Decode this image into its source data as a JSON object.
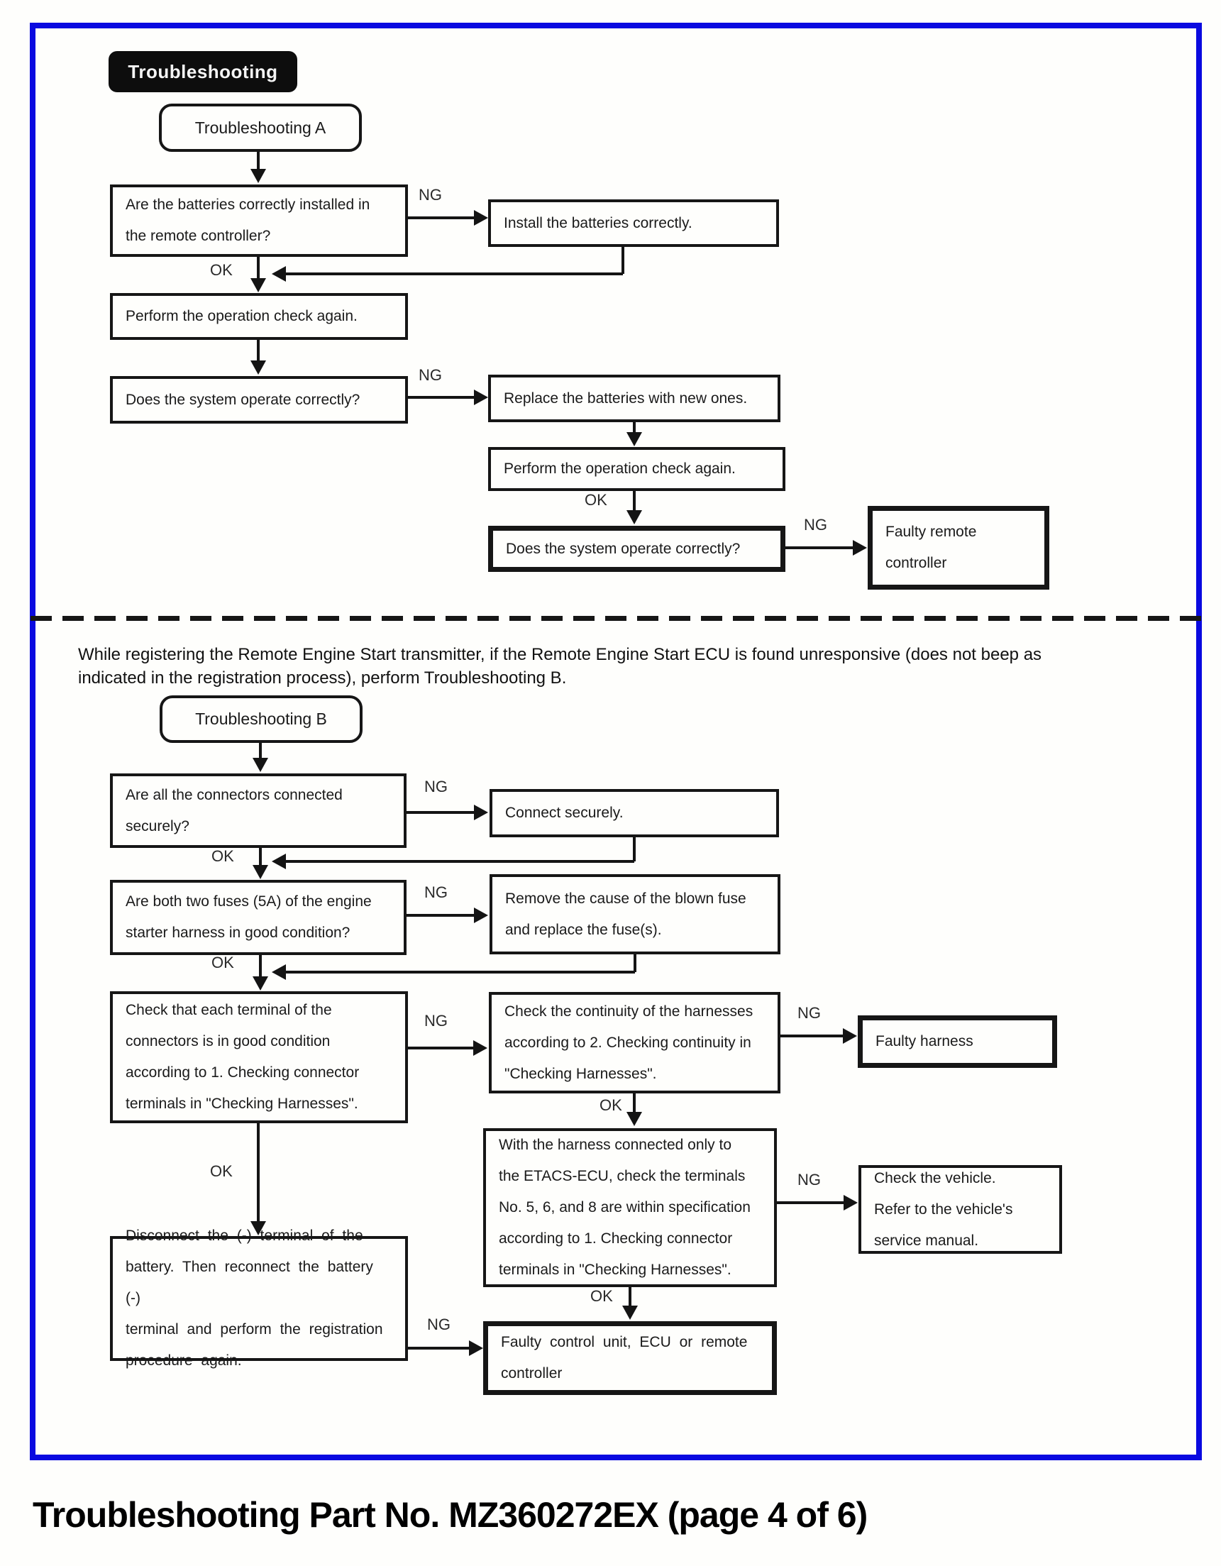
{
  "labels": {
    "ng": "NG",
    "ok": "OK"
  },
  "tab": {
    "title": "Troubleshooting"
  },
  "bridge_text": "While registering the Remote Engine Start transmitter, if the Remote Engine Start ECU is found unresponsive (does not beep as\nindicated in the registration process), perform Troubleshooting B.",
  "caption": "Troubleshooting Part No. MZ360272EX (page 4 of 6)",
  "colors": {
    "frame_border": "#0a0ae0",
    "line_color": "#141414"
  },
  "flow_a": {
    "start": "Troubleshooting A",
    "q_batteries": "Are the batteries correctly installed in\nthe remote controller?",
    "r_install": "Install the batteries correctly.",
    "p_check1": "Perform the operation check again.",
    "q_operate1": "Does the system operate correctly?",
    "r_replace": "Replace the batteries with new ones.",
    "p_check2": "Perform the operation check again.",
    "q_operate2": "Does the system operate correctly?",
    "end_faulty_remote": "Faulty remote\ncontroller"
  },
  "flow_b": {
    "start": "Troubleshooting B",
    "q_connectors": "Are all the connectors connected\nsecurely?",
    "r_connect": "Connect securely.",
    "q_fuses": "Are both two fuses (5A) of the engine\nstarter harness in good condition?",
    "r_fuse": "Remove the cause of the blown fuse\nand replace the fuse(s).",
    "q_terminals": "Check that each terminal of the\nconnectors is in good condition\naccording to 1. Checking connector\nterminals in \"Checking Harnesses\".",
    "r_continuity": "Check the continuity of the harnesses\naccording to 2. Checking continuity in\n\"Checking Harnesses\".",
    "end_faulty_harness": "Faulty harness",
    "q_etacs": "With the harness connected only to\nthe ETACS-ECU, check the terminals\nNo. 5, 6, and 8 are within specification\naccording to 1. Checking connector\nterminals in \"Checking Harnesses\".",
    "r_vehicle": "Check the vehicle.\nRefer to the vehicle's\nservice manual.",
    "q_battery": "Disconnect the (-) terminal of the\nbattery. Then reconnect the battery (-)\nterminal and perform the registration\nprocedure again.",
    "end_faulty_unit": "Faulty control unit, ECU or remote\ncontroller"
  }
}
